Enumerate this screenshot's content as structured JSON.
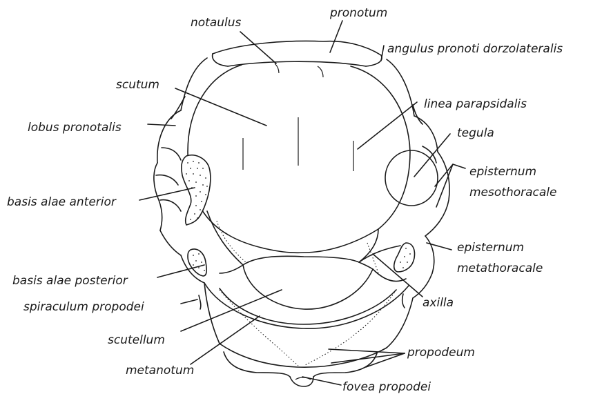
{
  "labels": {
    "pronotum": "pronotum",
    "notaulus": "notaulus",
    "angulus": "angulus pronoti dorzolateralis",
    "scutum": "scutum",
    "linea": "linea parapsidalis",
    "lobus": "lobus pronotalis",
    "tegula": "tegula",
    "episternum_meso_1": "episternum",
    "episternum_meso_2": "mesothoracale",
    "basis_anterior": "basis alae anterior",
    "episternum_meta_1": "episternum",
    "episternum_meta_2": "metathoracale",
    "basis_posterior": "basis alae posterior",
    "axilla": "axilla",
    "spiraculum": "spiraculum propodei",
    "scutellum": "scutellum",
    "propodeum": "propodeum",
    "metanotum": "metanotum",
    "fovea": "fovea propodei"
  }
}
